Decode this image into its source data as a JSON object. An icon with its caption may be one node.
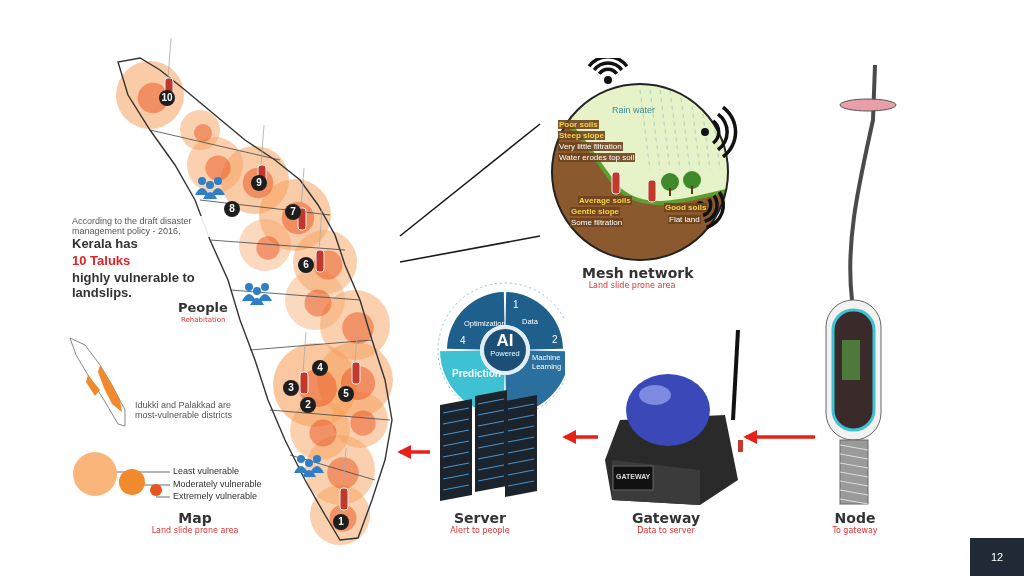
{
  "diagram": {
    "nodes": [
      {
        "text": [
          "Map",
          "Land slide prone area"
        ]
      },
      {
        "text": [
          "Mesh network",
          "Land slide prone area"
        ]
      },
      {
        "text": [
          "Server",
          "Alert to people"
        ]
      },
      {
        "text": [
          "Gateway",
          "Data to server"
        ]
      },
      {
        "text": [
          "Node",
          "To gateway"
        ]
      }
    ],
    "edges": [
      {
        "from": 4,
        "to": 3,
        "arrow": "to"
      },
      {
        "from": 3,
        "to": 2,
        "arrow": "to"
      },
      {
        "from": 2,
        "to": 0,
        "arrow": "to"
      },
      {
        "from": 0,
        "to": 1,
        "arrow": "none",
        "color": "#1a1a1a"
      },
      {
        "from": 0,
        "to": 1,
        "arrow": "none",
        "color": "#1a1a1a"
      }
    ],
    "labels": [
      "According to the draft disaster management policy - 2016,",
      "Kerala has",
      "10 Taluks",
      "highly vulnerable to landslips.",
      "People",
      "Rehabitation",
      "Idukki and Palakkad are most-vulnerable districts",
      "10",
      "9",
      "8",
      "7",
      "6",
      "4",
      "3",
      "5",
      "2",
      "1",
      "Rain water",
      "Poor soils",
      "Steep slope",
      "Very little filtration",
      "Water erodes top soil",
      "Average soils",
      "Gentle slope",
      "Some filtration",
      "Good soils",
      "Flat land",
      "Optimization",
      "1",
      "Data",
      "4",
      "AI",
      "Powered",
      "2",
      "Machine Learning",
      "Prediction",
      "GATEWAY",
      "12"
    ],
    "legend": [
      {
        "text": "Least vulnerable",
        "color": "#f9b57a"
      },
      {
        "text": "Moderately vulnerable",
        "color": "#f08a2c"
      },
      {
        "text": "Extremely vulnerable",
        "color": "#e8531f"
      }
    ]
  }
}
